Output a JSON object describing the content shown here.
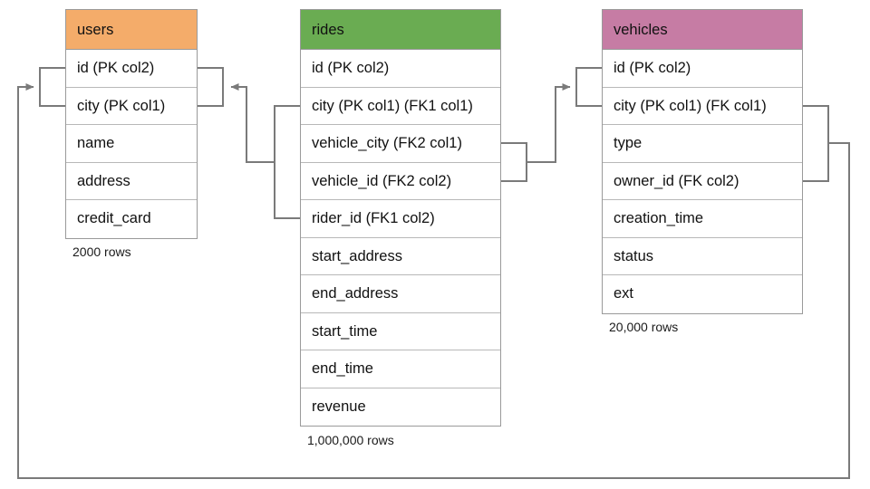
{
  "diagram": {
    "title": "database-schema-er-diagram",
    "background": "#ffffff",
    "line_color": "#7a7a7a"
  },
  "tables": [
    {
      "id": "users",
      "name": "users",
      "header_color": "#f4ac6a",
      "row_count_label": "2000 rows",
      "columns": [
        "id (PK col2)",
        "city (PK col1)",
        "name",
        "address",
        "credit_card"
      ]
    },
    {
      "id": "rides",
      "name": "rides",
      "header_color": "#6aac52",
      "row_count_label": "1,000,000 rows",
      "columns": [
        "id (PK col2)",
        "city (PK col1) (FK1 col1)",
        "vehicle_city (FK2 col1)",
        "vehicle_id (FK2 col2)",
        "rider_id (FK1 col2)",
        "start_address",
        "end_address",
        "start_time",
        "end_time",
        "revenue"
      ]
    },
    {
      "id": "vehicles",
      "name": "vehicles",
      "header_color": "#c67ca4",
      "row_count_label": "20,000 rows",
      "columns": [
        "id (PK col2)",
        "city (PK col1) (FK col1)",
        "type",
        "owner_id (FK col2)",
        "creation_time",
        "status",
        "ext"
      ]
    }
  ],
  "relationships": [
    {
      "id": "fk1",
      "name": "rides-to-users",
      "from_table": "rides",
      "from_columns": [
        "city (PK col1) (FK1 col1)",
        "rider_id (FK1 col2)"
      ],
      "to_table": "users",
      "to_columns": [
        "id (PK col2)",
        "city (PK col1)"
      ]
    },
    {
      "id": "fk2",
      "name": "rides-to-vehicles",
      "from_table": "rides",
      "from_columns": [
        "vehicle_city (FK2 col1)",
        "vehicle_id (FK2 col2)"
      ],
      "to_table": "vehicles",
      "to_columns": [
        "id (PK col2)",
        "city (PK col1) (FK col1)"
      ]
    },
    {
      "id": "fk3",
      "name": "vehicles-to-users",
      "from_table": "vehicles",
      "from_columns": [
        "city (PK col1) (FK col1)",
        "owner_id (FK col2)"
      ],
      "to_table": "users",
      "to_columns": [
        "id (PK col2)",
        "city (PK col1)"
      ]
    }
  ]
}
